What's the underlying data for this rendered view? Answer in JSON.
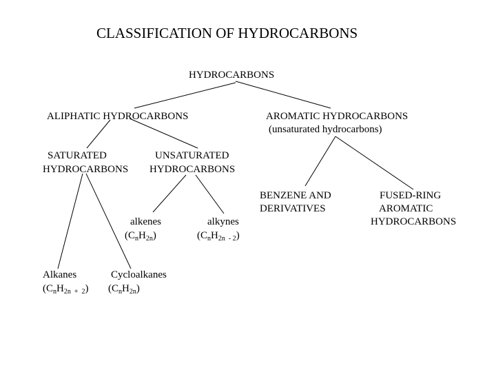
{
  "title": "CLASSIFICATION OF HYDROCARBONS",
  "root": "HYDROCARBONS",
  "aliphatic": "ALIPHATIC HYDROCARBONS",
  "aromatic": {
    "label": "AROMATIC HYDROCARBONS",
    "note": "(unsaturated hydrocarbons)"
  },
  "saturated": {
    "line1": "SATURATED",
    "line2": "HYDROCARBONS"
  },
  "unsaturated": {
    "line1": "UNSATURATED",
    "line2": "HYDROCARBONS"
  },
  "benzene": {
    "line1": "BENZENE AND",
    "line2": "DERIVATIVES"
  },
  "fused": {
    "line1": "FUSED-RING",
    "line2": "AROMATIC",
    "line3": "HYDROCARBONS"
  },
  "alkenes": {
    "label": "alkenes",
    "formula": {
      "open": "(C",
      "n": "n",
      "H": "H",
      "sub": "2n",
      "close": ")"
    }
  },
  "alkynes": {
    "label": "alkynes",
    "formula": {
      "open": "(C",
      "n": "n",
      "H": "H",
      "sub": "2n  - 2",
      "close": ")"
    }
  },
  "alkanes": {
    "label": "Alkanes",
    "formula": {
      "open": "(C",
      "n": "n",
      "H": "H",
      "sub": "2n  +  2",
      "close": ")"
    }
  },
  "cycloalkanes": {
    "label": "Cycloalkanes",
    "formula": {
      "open": "(C",
      "n": "n",
      "H": "H",
      "sub": "2n",
      "close": ")"
    }
  },
  "colors": {
    "background": "#ffffff",
    "text": "#000000",
    "lines": "#000000"
  }
}
